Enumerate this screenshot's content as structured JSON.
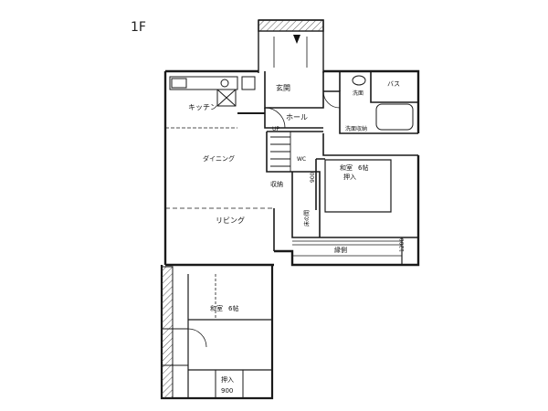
{
  "floor": "1F",
  "rooms": {
    "entrance": "玄関",
    "hall": "ホール",
    "kitchen": "キッチン",
    "dining": "ダイニング",
    "living": "リビング",
    "bath": "バス",
    "washroom": "洗面",
    "washroom_storage": "洗面収納",
    "japanese_room": "和室",
    "japanese_size": "6帖",
    "japanese_wardrobe": "押入",
    "japanese_back_room": "和室",
    "japanese_back_size": "6帖",
    "closet_bottom": "押入",
    "closet_bottom_size": "900",
    "veranda": "縁側",
    "corridor_size": "1200",
    "stair_up": "UP",
    "storage": "収納",
    "storage_size": "900",
    "closet_toko": "床の間",
    "wc_label": "WC"
  },
  "colors": {
    "line": "#1a1a1a",
    "hatch": "#555555"
  }
}
